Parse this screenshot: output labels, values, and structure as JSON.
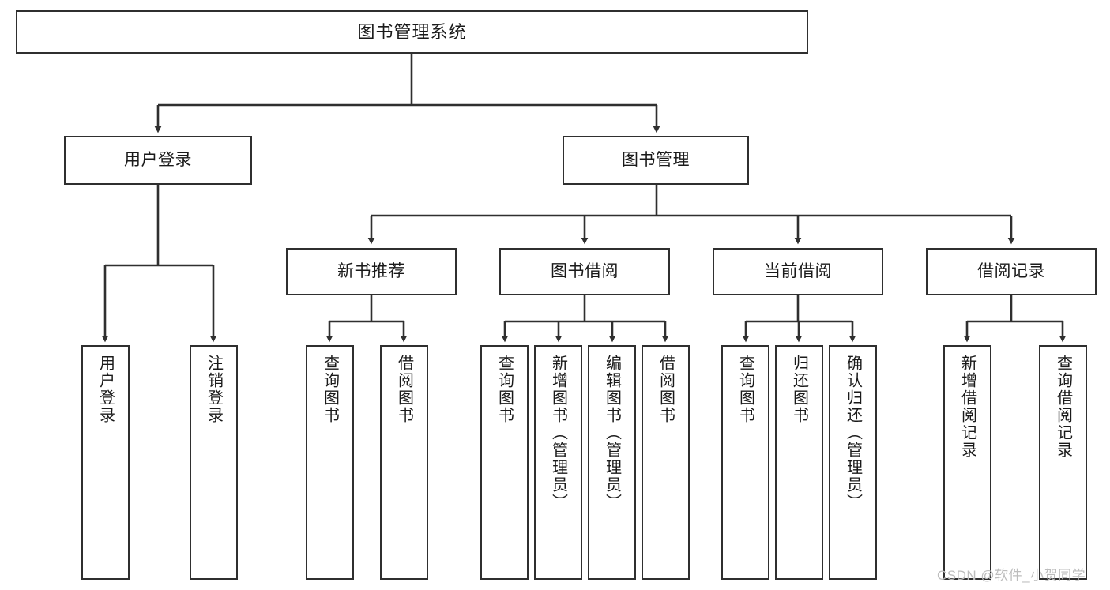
{
  "diagram": {
    "title": "图书管理系统",
    "type": "tree",
    "watermark": "CSDN @软件_小贺同学",
    "colors": {
      "background": "#ffffff",
      "node_border": "#2f2f2f",
      "node_fill": "#ffffff",
      "connector": "#2f2f2f",
      "text": "#1a1a1a",
      "watermark": "#bdbdbd"
    },
    "levels": {
      "root": {
        "label": "图书管理系统"
      },
      "level2": [
        {
          "id": "user-login",
          "label": "用户登录"
        },
        {
          "id": "book-manage",
          "label": "图书管理"
        }
      ],
      "level3": [
        {
          "id": "new-book-recommend",
          "label": "新书推荐",
          "parent": "book-manage"
        },
        {
          "id": "book-borrow",
          "label": "图书借阅",
          "parent": "book-manage"
        },
        {
          "id": "current-borrow",
          "label": "当前借阅",
          "parent": "book-manage"
        },
        {
          "id": "borrow-record",
          "label": "借阅记录",
          "parent": "book-manage"
        }
      ],
      "leaves": [
        {
          "id": "leaf-user-login",
          "label": "用户登录",
          "parent": "user-login"
        },
        {
          "id": "leaf-logout",
          "label": "注销登录",
          "parent": "user-login"
        },
        {
          "id": "leaf-query-book-1",
          "label": "查询图书",
          "parent": "new-book-recommend"
        },
        {
          "id": "leaf-borrow-book-1",
          "label": "借阅图书",
          "parent": "new-book-recommend"
        },
        {
          "id": "leaf-query-book-2",
          "label": "查询图书",
          "parent": "book-borrow"
        },
        {
          "id": "leaf-add-book",
          "label": "新增图书（管理员）",
          "parent": "book-borrow"
        },
        {
          "id": "leaf-edit-book",
          "label": "编辑图书（管理员）",
          "parent": "book-borrow"
        },
        {
          "id": "leaf-borrow-book-2",
          "label": "借阅图书",
          "parent": "book-borrow"
        },
        {
          "id": "leaf-query-book-3",
          "label": "查询图书",
          "parent": "current-borrow"
        },
        {
          "id": "leaf-return-book",
          "label": "归还图书",
          "parent": "current-borrow"
        },
        {
          "id": "leaf-confirm-return",
          "label": "确认归还（管理员）",
          "parent": "current-borrow"
        },
        {
          "id": "leaf-add-record",
          "label": "新增借阅记录",
          "parent": "borrow-record"
        },
        {
          "id": "leaf-query-record",
          "label": "查询借阅记录",
          "parent": "borrow-record"
        }
      ]
    }
  }
}
